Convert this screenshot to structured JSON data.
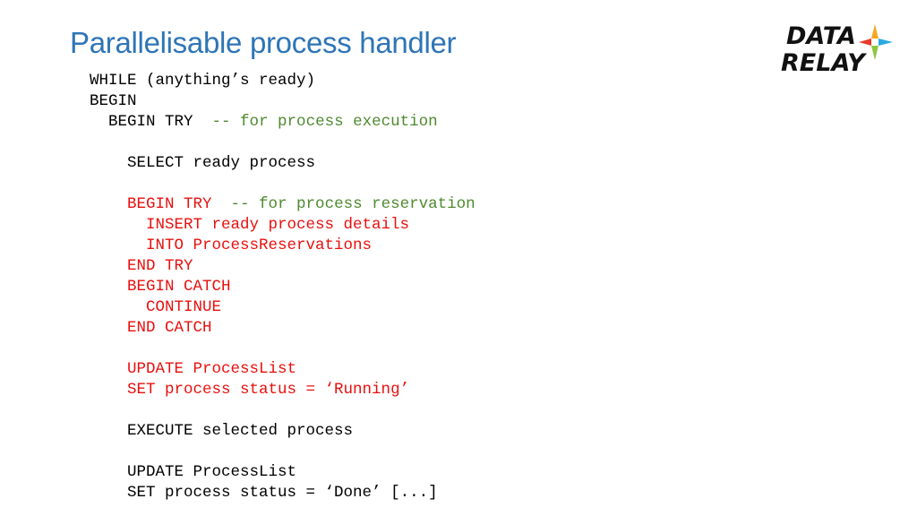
{
  "slide": {
    "title": "Parallelisable process handler",
    "logo": {
      "line1": "DATA",
      "line2": "RELAY"
    }
  },
  "code": {
    "lines": [
      {
        "indent": "",
        "parts": [
          {
            "text": "WHILE (anything’s ready)",
            "style": "plain"
          }
        ]
      },
      {
        "indent": "",
        "parts": [
          {
            "text": "BEGIN",
            "style": "plain"
          }
        ]
      },
      {
        "indent": "  ",
        "parts": [
          {
            "text": "BEGIN TRY  ",
            "style": "plain"
          },
          {
            "text": "-- for process execution",
            "style": "comment"
          }
        ]
      },
      {
        "indent": "",
        "parts": [
          {
            "text": "",
            "style": "plain"
          }
        ]
      },
      {
        "indent": "    ",
        "parts": [
          {
            "text": "SELECT ready process",
            "style": "plain"
          }
        ]
      },
      {
        "indent": "",
        "parts": [
          {
            "text": "",
            "style": "plain"
          }
        ]
      },
      {
        "indent": "    ",
        "parts": [
          {
            "text": "BEGIN TRY  ",
            "style": "red"
          },
          {
            "text": "-- for process reservation",
            "style": "comment"
          }
        ]
      },
      {
        "indent": "      ",
        "parts": [
          {
            "text": "INSERT ready process details",
            "style": "red"
          }
        ]
      },
      {
        "indent": "      ",
        "parts": [
          {
            "text": "INTO ProcessReservations",
            "style": "red"
          }
        ]
      },
      {
        "indent": "    ",
        "parts": [
          {
            "text": "END TRY",
            "style": "red"
          }
        ]
      },
      {
        "indent": "    ",
        "parts": [
          {
            "text": "BEGIN CATCH",
            "style": "red"
          }
        ]
      },
      {
        "indent": "      ",
        "parts": [
          {
            "text": "CONTINUE",
            "style": "red"
          }
        ]
      },
      {
        "indent": "    ",
        "parts": [
          {
            "text": "END CATCH",
            "style": "red"
          }
        ]
      },
      {
        "indent": "",
        "parts": [
          {
            "text": "",
            "style": "plain"
          }
        ]
      },
      {
        "indent": "    ",
        "parts": [
          {
            "text": "UPDATE ProcessList",
            "style": "red"
          }
        ]
      },
      {
        "indent": "    ",
        "parts": [
          {
            "text": "SET process status = ‘Running’",
            "style": "red"
          }
        ]
      },
      {
        "indent": "",
        "parts": [
          {
            "text": "",
            "style": "plain"
          }
        ]
      },
      {
        "indent": "    ",
        "parts": [
          {
            "text": "EXECUTE selected process",
            "style": "plain"
          }
        ]
      },
      {
        "indent": "",
        "parts": [
          {
            "text": "",
            "style": "plain"
          }
        ]
      },
      {
        "indent": "    ",
        "parts": [
          {
            "text": "UPDATE ProcessList",
            "style": "plain"
          }
        ]
      },
      {
        "indent": "    ",
        "parts": [
          {
            "text": "SET process status = ‘Done’ [...]",
            "style": "plain"
          }
        ]
      }
    ]
  },
  "colors": {
    "title": "#2e75b6",
    "keyword_red": "#e8100e",
    "comment_green": "#4e8a2f",
    "logo_red": "#e8392b",
    "logo_orange": "#f5a623",
    "logo_green": "#8cc63f",
    "logo_blue": "#29a8e0"
  },
  "icons": [
    "data-relay-logo-icon"
  ]
}
